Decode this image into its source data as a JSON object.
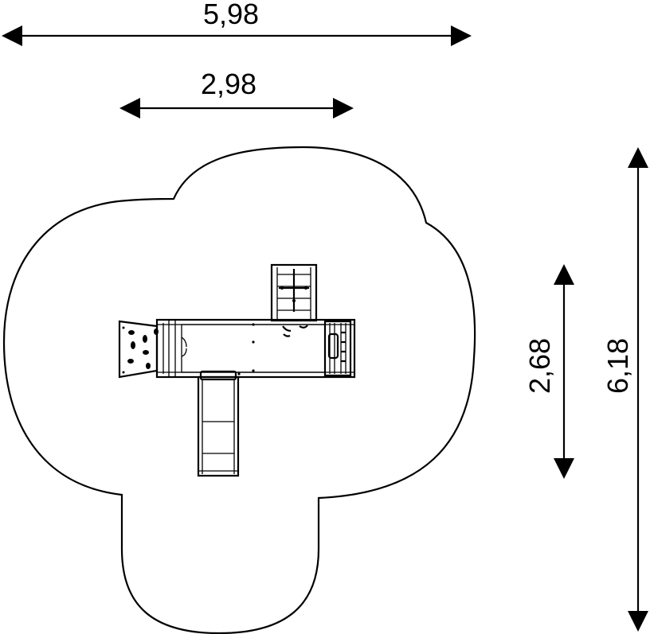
{
  "dimensions": {
    "overall_width": "5,98",
    "platform_width": "2,98",
    "platform_depth": "2,68",
    "overall_depth": "6,18"
  },
  "colors": {
    "line": "#000000",
    "background": "#ffffff"
  }
}
